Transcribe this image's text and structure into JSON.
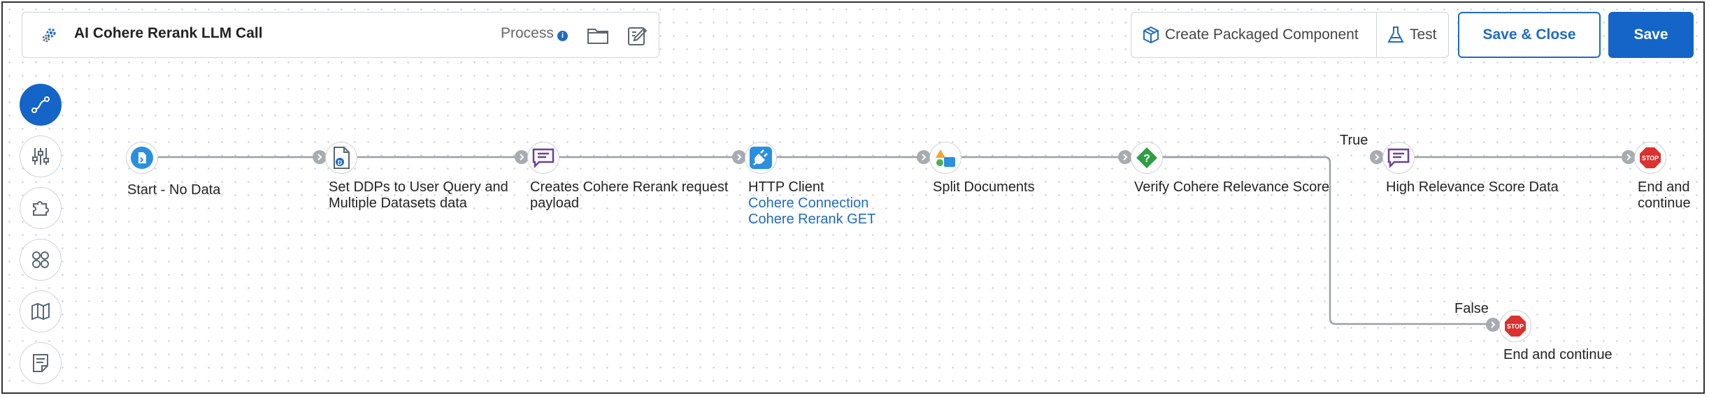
{
  "header": {
    "title": "AI Cohere Rerank LLM Call",
    "component_type": "Process",
    "info_badge": "i",
    "icons": [
      "process-gear-icon",
      "folder-icon",
      "edit-icon",
      "info-icon"
    ]
  },
  "actions": {
    "create_packaged": "Create Packaged Component",
    "test": "Test",
    "save_close": "Save & Close",
    "save": "Save"
  },
  "toolbar": {
    "items": [
      {
        "name": "path-icon",
        "active": true
      },
      {
        "name": "sliders-icon",
        "active": false
      },
      {
        "name": "puzzle-icon",
        "active": false
      },
      {
        "name": "apps-icon",
        "active": false
      },
      {
        "name": "map-icon",
        "active": false
      },
      {
        "name": "notes-icon",
        "active": false
      }
    ]
  },
  "process": {
    "shapes": [
      {
        "id": "start",
        "label": "Start - No Data",
        "icon": "start-icon"
      },
      {
        "id": "set-ddps",
        "label_line1": "Set DDPs to User Query and",
        "label_line2": "Multiple Datasets data",
        "icon": "document-icon"
      },
      {
        "id": "creates-payload",
        "label_line1": "Creates Cohere Rerank request",
        "label_line2": "payload",
        "icon": "message-icon"
      },
      {
        "id": "http-client",
        "label": "HTTP Client",
        "connection": "Cohere Connection",
        "operation": "Cohere Rerank GET",
        "icon": "plug-icon"
      },
      {
        "id": "split",
        "label": "Split Documents",
        "icon": "shapes-icon"
      },
      {
        "id": "decision",
        "label": "Verify Cohere Relevance Score",
        "icon": "decision-icon"
      },
      {
        "id": "high-relevance",
        "label": "High Relevance Score Data",
        "icon": "message-icon"
      },
      {
        "id": "stop-true",
        "label_line1": "End and",
        "label_line2": "continue",
        "icon": "stop-icon"
      },
      {
        "id": "stop-false",
        "label": "End and continue",
        "icon": "stop-icon"
      }
    ],
    "branches": {
      "true_label": "True",
      "false_label": "False"
    },
    "stop_text": "STOP"
  },
  "colors": {
    "accent": "#1565c8",
    "message": "#6a3fa0",
    "decision": "#2f9e44",
    "stop": "#d9322f"
  }
}
